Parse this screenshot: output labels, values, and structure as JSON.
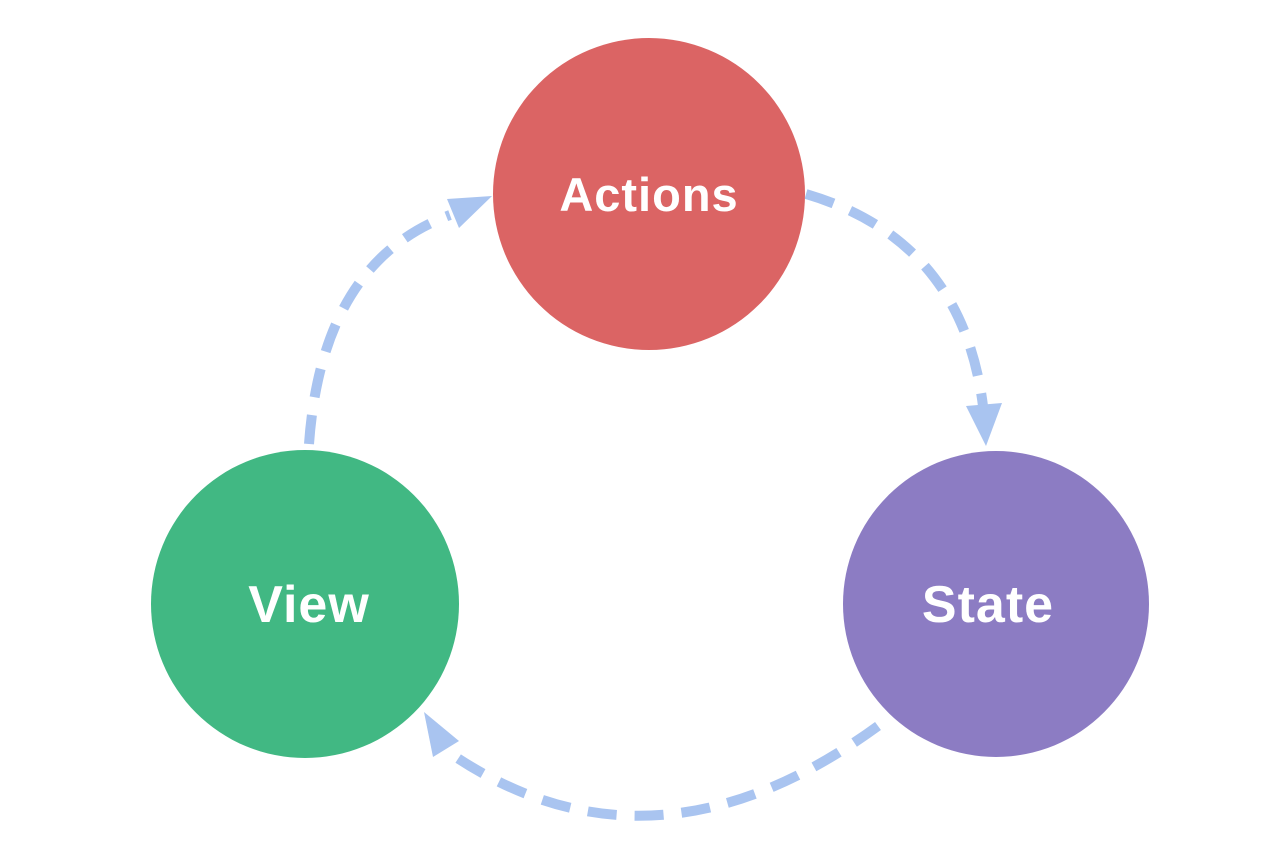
{
  "diagram": {
    "background_color": "#ffffff",
    "label_color": "#ffffff",
    "edge_color": "#a9c4f0",
    "nodes": [
      {
        "id": "actions",
        "label": "Actions",
        "color": "#db6464",
        "shape": "circle"
      },
      {
        "id": "state",
        "label": "State",
        "color": "#8c7cc3",
        "shape": "circle"
      },
      {
        "id": "view",
        "label": "View",
        "color": "#41b883",
        "shape": "circle"
      }
    ],
    "edges": [
      {
        "from": "actions",
        "to": "state",
        "style": "dashed-arrow"
      },
      {
        "from": "state",
        "to": "view",
        "style": "dashed-arrow"
      },
      {
        "from": "view",
        "to": "actions",
        "style": "dashed-arrow"
      }
    ]
  }
}
